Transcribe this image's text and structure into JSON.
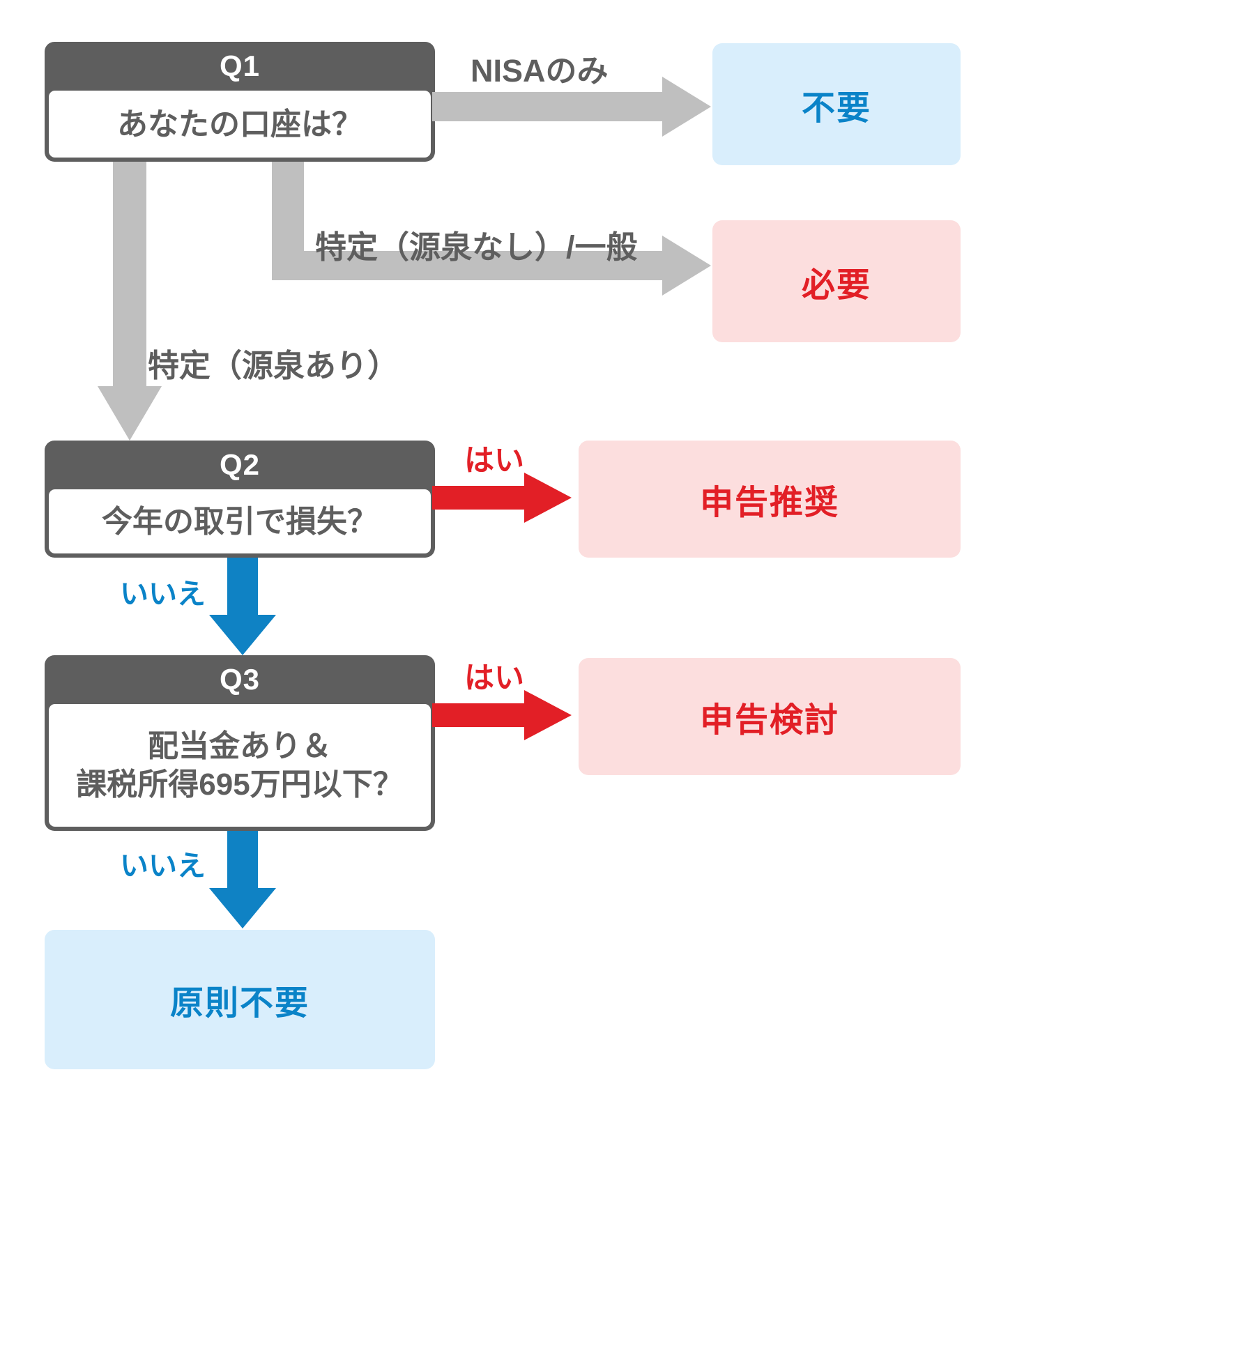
{
  "diagram": {
    "title_visible": false,
    "colors": {
      "box_header_gray": "#5e5e5e",
      "box_body_white": "#ffffff",
      "result_blue_bg": "#d9eefc",
      "result_blue_text": "#0a83c8",
      "result_pink_bg": "#fcdede",
      "result_red_text": "#e21f26",
      "arrow_gray": "#bfbfbf",
      "arrow_red": "#e21f26",
      "arrow_blue": "#0a83c8",
      "label_gray": "#5e5e5e"
    },
    "nodes": [
      {
        "id": "q1",
        "tag": "Q1",
        "lines": [
          "あなたの口座は？"
        ]
      },
      {
        "id": "q2",
        "tag": "Q2",
        "lines": [
          "今年の取引で損失？"
        ]
      },
      {
        "id": "q3",
        "tag": "Q3",
        "lines": [
          "配当金あり＆",
          "課税所得695万円以下？"
        ]
      }
    ],
    "results": [
      {
        "id": "r_fuyou",
        "text": "不要",
        "style": "blue"
      },
      {
        "id": "r_hitsuyou",
        "text": "必要",
        "style": "pinkred"
      },
      {
        "id": "r_suishou",
        "text": "申告推奨",
        "style": "pinkred"
      },
      {
        "id": "r_kentou",
        "text": "申告検討",
        "style": "pinkred"
      },
      {
        "id": "r_gensoku",
        "text": "原則不要",
        "style": "blue"
      }
    ],
    "edge_labels": [
      {
        "id": "lbl_nisa",
        "text": "NISAのみ",
        "color": "gray"
      },
      {
        "id": "lbl_tokutei_nashi",
        "text": "特定（源泉なし）/一般",
        "color": "gray"
      },
      {
        "id": "lbl_tokutei_ari",
        "text": "特定（源泉あり）",
        "color": "gray"
      },
      {
        "id": "lbl_hai_q2",
        "text": "はい",
        "color": "red"
      },
      {
        "id": "lbl_iie_q2",
        "text": "いいえ",
        "color": "blue"
      },
      {
        "id": "lbl_hai_q3",
        "text": "はい",
        "color": "red"
      },
      {
        "id": "lbl_iie_q3",
        "text": "いいえ",
        "color": "blue"
      }
    ]
  }
}
